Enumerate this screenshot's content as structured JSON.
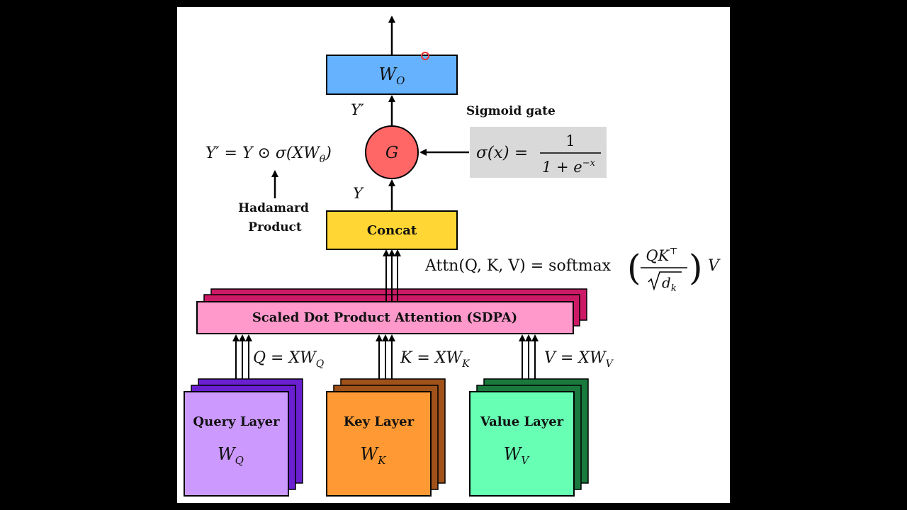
{
  "wo_box": {
    "main": "W",
    "sub": "O"
  },
  "gate_label": "G",
  "y_prime_label": "Y′",
  "y_label": "Y",
  "sigmoid_title": "Sigmoid gate",
  "sigmoid_formula": {
    "lhs": "σ(x) =",
    "numerator": "1",
    "denominator": "1 + e",
    "exp": "−x"
  },
  "gated_formula": "Y′ = Y ⊙ σ(XW",
  "gated_formula_sub": "θ",
  "gated_formula_tail": ")",
  "hadamard_line1": "Hadamard",
  "hadamard_line2": "Product",
  "concat_label": "Concat",
  "attn_formula": {
    "lhs": "Attn(Q, K, V) = softmax",
    "num": "QK",
    "num_sup": "⊤",
    "den": "d",
    "den_sub": "k",
    "tail": "V"
  },
  "sdpa_label": "Scaled Dot Product Attention (SDPA)",
  "q_eq": {
    "text": "Q = XW",
    "sub": "Q"
  },
  "k_eq": {
    "text": "K = XW",
    "sub": "K"
  },
  "v_eq": {
    "text": "V = XW",
    "sub": "V"
  },
  "layers": [
    {
      "title": "Query Layer",
      "w": "W",
      "sub": "Q",
      "fill": "#cc99ff",
      "back": "#6a1fd0"
    },
    {
      "title": "Key Layer",
      "w": "W",
      "sub": "K",
      "fill": "#ff9933",
      "back": "#a0521a"
    },
    {
      "title": "Value Layer",
      "w": "W",
      "sub": "V",
      "fill": "#66ffb3",
      "back": "#1a7a3e"
    }
  ],
  "colors": {
    "wo": "#66b2ff",
    "gate": "#ff6666",
    "concat": "#ffd633",
    "sdpa": "#ff99cc",
    "sdpa_back": "#cc1a66",
    "sigmoid_bg": "#d9d9d9"
  }
}
